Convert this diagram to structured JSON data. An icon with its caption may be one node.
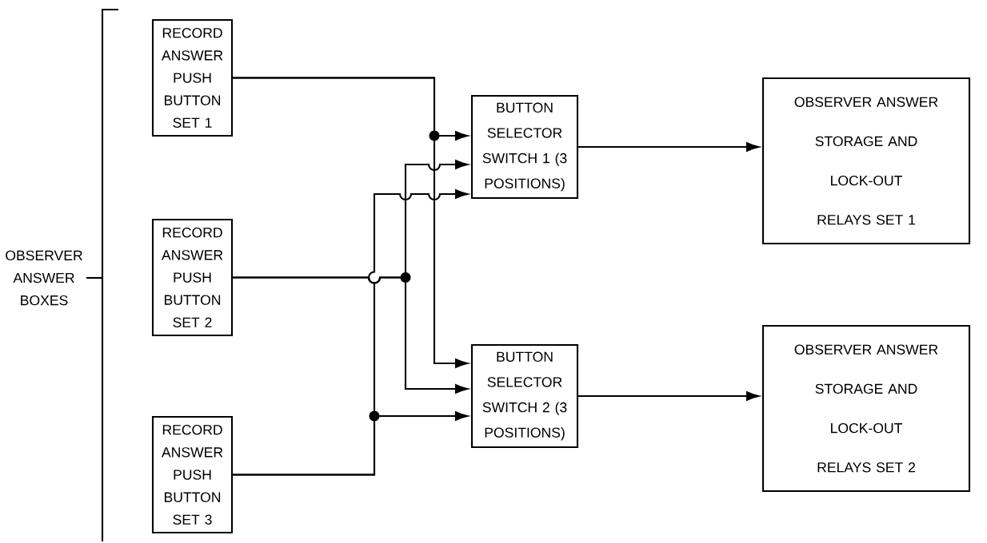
{
  "diagram": {
    "nodes": [
      {
        "text": [
          "RECORD ANSWER PUSH BUTTON SET 1"
        ]
      },
      {
        "text": [
          "RECORD ANSWER PUSH BUTTON SET 2"
        ]
      },
      {
        "text": [
          "RECORD ANSWER PUSH BUTTON SET 3"
        ]
      },
      {
        "text": [
          "BUTTON SELECTOR SWITCH 1 (3 POSITIONS)"
        ]
      },
      {
        "text": [
          "OBSERVER ANSWER STORAGE AND LOCK-OUT RELAYS SET 1"
        ]
      },
      {
        "text": [
          "BUTTON SELECTOR SWITCH 2 (3 POSITIONS)"
        ]
      },
      {
        "text": [
          "OBSERVER ANSWER STORAGE AND LOCK-OUT RELAYS SET 2"
        ]
      }
    ],
    "edges": [
      {
        "from": 0,
        "to": 3,
        "arrow": "to"
      },
      {
        "from": 0,
        "to": 5,
        "arrow": "to"
      },
      {
        "from": 1,
        "to": 3,
        "arrow": "to"
      },
      {
        "from": 1,
        "to": 5,
        "arrow": "to"
      },
      {
        "from": 2,
        "to": 3,
        "arrow": "to"
      },
      {
        "from": 2,
        "to": 5,
        "arrow": "to"
      },
      {
        "from": 3,
        "to": 4,
        "arrow": "to"
      },
      {
        "from": 5,
        "to": 6,
        "arrow": "to"
      }
    ],
    "labels": [
      "OBSERVER ANSWER BOXES"
    ]
  }
}
